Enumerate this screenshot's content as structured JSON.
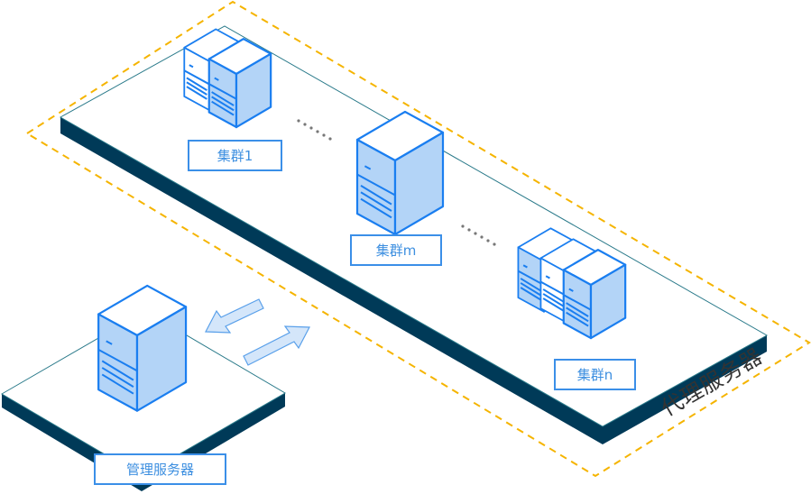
{
  "colors": {
    "platform_top": "#ffffff",
    "platform_edge": "#2a7a8a",
    "platform_side": "#003a58",
    "dashed_outline": "#f5b400",
    "server_stroke": "#1a7ef0",
    "server_fill": "#b3d4f7",
    "label_text": "#3d8fe0"
  },
  "proxy_server": {
    "label": "代理服务器"
  },
  "clusters": [
    {
      "label": "集群1",
      "server_count": 2
    },
    {
      "label": "集群m",
      "server_count": 1
    },
    {
      "label": "集群n",
      "server_count": 3
    }
  ],
  "management_server": {
    "label": "管理服务器"
  },
  "ellipsis_icons": [
    "more-dots-icon",
    "more-dots-icon"
  ],
  "arrows": [
    "arrow-left-icon",
    "arrow-right-icon"
  ]
}
